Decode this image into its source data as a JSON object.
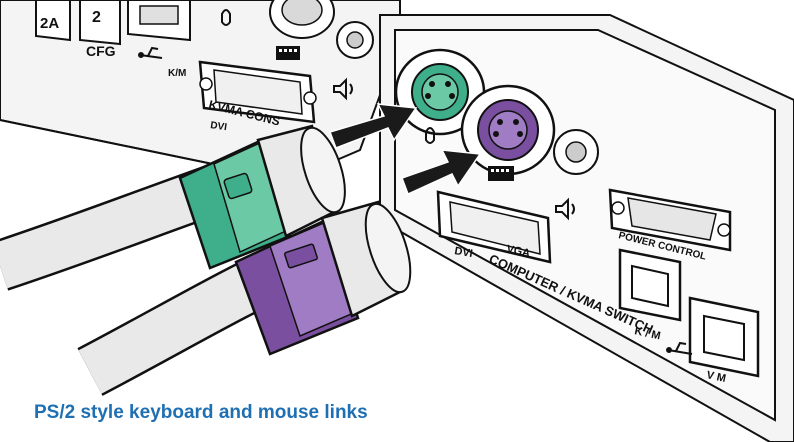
{
  "labels": {
    "cfg_port_left": "2A",
    "cfg_port_right": "2",
    "cfg": "CFG",
    "km_left": "K/M",
    "kvma_console": "KVMA CONS",
    "dvi_left": "DVI",
    "dvi_right": "DVI",
    "vga": "VGA",
    "power_control": "POWER CONTROL",
    "computer_kvma_switch": "COMPUTER / KVMA SWITCH",
    "km_right": "K / M",
    "vm": "V M"
  },
  "caption": "PS/2 style keyboard and mouse links",
  "colors": {
    "keyboard_plug": "#3fae8a",
    "mouse_plug": "#7a4fa0",
    "caption": "#1f6fb3",
    "arrow": "#1a1a1a"
  },
  "icons": [
    "usb-icon",
    "mouse-icon",
    "keyboard-icon",
    "speaker-icon",
    "arrow-icon"
  ]
}
